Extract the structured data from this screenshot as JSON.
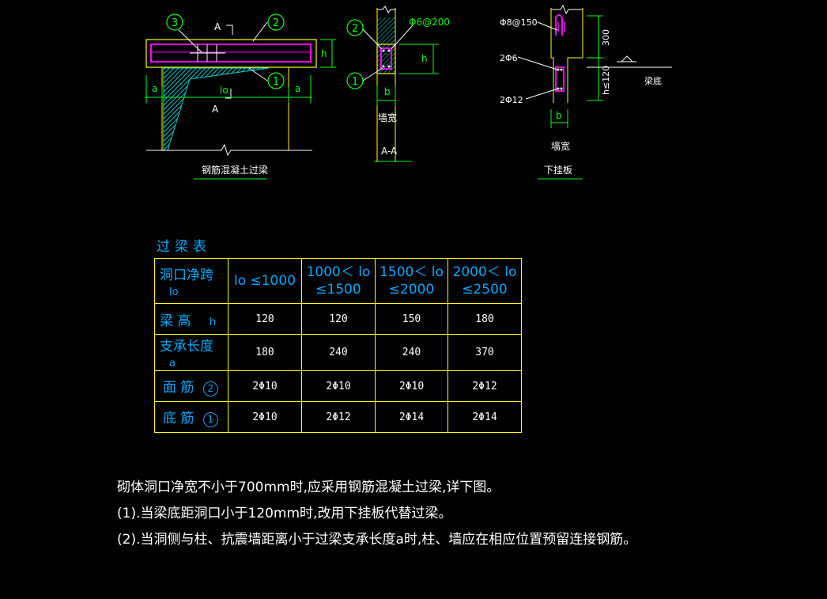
{
  "drawing": {
    "lintel_title": "钢筋混凝土过梁",
    "section_title": "A-A",
    "slab_title": "下挂板",
    "labels": {
      "circle_1": "1",
      "circle_2": "2",
      "circle_3": "3",
      "section_mark": "A",
      "dim_a": "a",
      "dim_lo": "lo",
      "dim_h": "h",
      "dim_b": "b",
      "wall_width": "墙宽",
      "stirrup": "Φ6@200",
      "slab_stirrup": "Φ8@150",
      "slab_2phi6": "2Φ6",
      "slab_2phi12": "2Φ12",
      "dim_300": "300",
      "dim_h120": "h≤120",
      "beam_bottom": "梁底"
    }
  },
  "table": {
    "title": "过梁表",
    "row_headers": [
      {
        "text": "洞口净跨",
        "sym": "lo"
      },
      {
        "text": "梁 高",
        "sym": "h"
      },
      {
        "text": "支承长度",
        "sym": "a"
      },
      {
        "text": "面 筋",
        "circle": "2"
      },
      {
        "text": "底 筋",
        "circle": "1"
      }
    ],
    "col_headers": [
      {
        "line1": "lo ≤1000",
        "line2": ""
      },
      {
        "line1": "1000＜ lo",
        "line2": "≤1500"
      },
      {
        "line1": "1500＜ lo",
        "line2": "≤2000"
      },
      {
        "line1": "2000＜ lo",
        "line2": "≤2500"
      }
    ],
    "rows": [
      [
        "120",
        "120",
        "150",
        "180"
      ],
      [
        "180",
        "240",
        "240",
        "370"
      ],
      [
        "2Φ10",
        "2Φ10",
        "2Φ10",
        "2Φ12"
      ],
      [
        "2Φ10",
        "2Φ12",
        "2Φ14",
        "2Φ14"
      ]
    ]
  },
  "notes": [
    "砌体洞口净宽不小于700mm时,应采用钢筋混凝土过梁,详下图。",
    "(1).当梁底距洞口小于120mm时,改用下挂板代替过梁。",
    "(2).当洞侧与柱、抗震墙距离小于过梁支承长度a时,柱、墙应在相应位置预留连接钢筋。"
  ],
  "colors": {
    "background": "#000000",
    "outline": "#ffff00",
    "rebar": "#ff00ff",
    "dimension": "#00ff00",
    "hatch": "#00cccc",
    "table_header": "#00aaff",
    "text": "#ffffff"
  }
}
